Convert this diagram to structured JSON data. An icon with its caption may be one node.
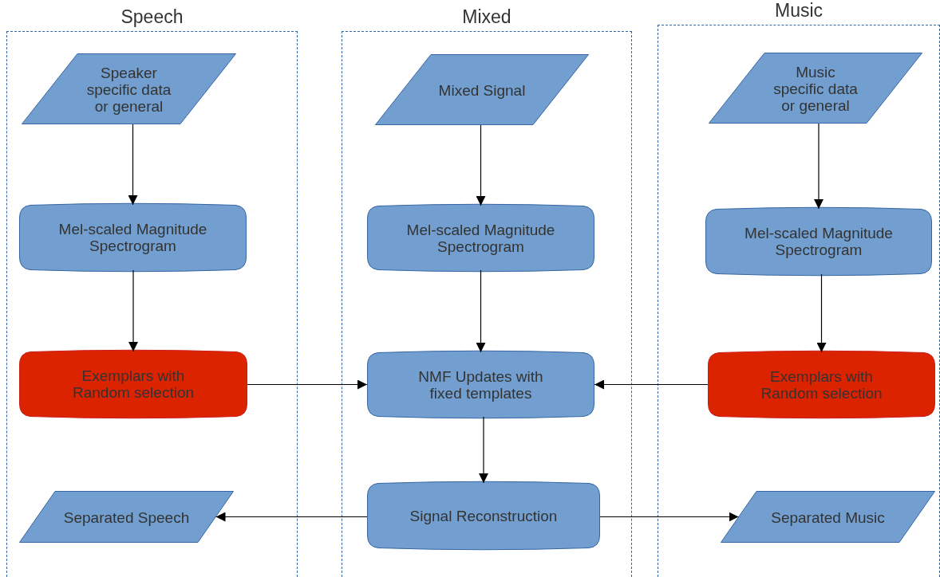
{
  "diagram": {
    "nodes": [
      {
        "text": [
          "Speech"
        ]
      },
      {
        "text": [
          "Mixed"
        ]
      },
      {
        "text": [
          "Music"
        ]
      },
      {
        "text": [
          "Speaker specific data or general"
        ],
        "in": 0
      },
      {
        "text": [
          "Mel-scaled Magnitude Spectrogram"
        ],
        "in": 0
      },
      {
        "text": [
          "Exemplars with Random selection"
        ],
        "in": 0
      },
      {
        "text": [
          "Separated Speech"
        ],
        "in": 0
      },
      {
        "text": [
          "Mixed Signal"
        ],
        "in": 1
      },
      {
        "text": [
          "Mel-scaled Magnitude Spectrogram"
        ],
        "in": 1
      },
      {
        "text": [
          "NMF Updates with fixed templates"
        ],
        "in": 1
      },
      {
        "text": [
          "Signal Reconstruction"
        ],
        "in": 1
      },
      {
        "text": [
          "Music specific data or general"
        ],
        "in": 2
      },
      {
        "text": [
          "Mel-scaled Magnitude Spectrogram"
        ],
        "in": 2
      },
      {
        "text": [
          "Exemplars with Random selection"
        ],
        "in": 2
      },
      {
        "text": [
          "Separated Music"
        ],
        "in": 2
      }
    ],
    "edges": [
      {
        "from": 3,
        "to": 4,
        "arrow": "to"
      },
      {
        "from": 4,
        "to": 5,
        "arrow": "to"
      },
      {
        "from": 7,
        "to": 8,
        "arrow": "to"
      },
      {
        "from": 8,
        "to": 9,
        "arrow": "to"
      },
      {
        "from": 11,
        "to": 12,
        "arrow": "to"
      },
      {
        "from": 12,
        "to": 13,
        "arrow": "to"
      },
      {
        "from": 5,
        "to": 9,
        "arrow": "to"
      },
      {
        "from": 13,
        "to": 9,
        "arrow": "to"
      },
      {
        "from": 9,
        "to": 10,
        "arrow": "to"
      },
      {
        "from": 10,
        "to": 6,
        "arrow": "to"
      },
      {
        "from": 10,
        "to": 14,
        "arrow": "to"
      }
    ]
  }
}
